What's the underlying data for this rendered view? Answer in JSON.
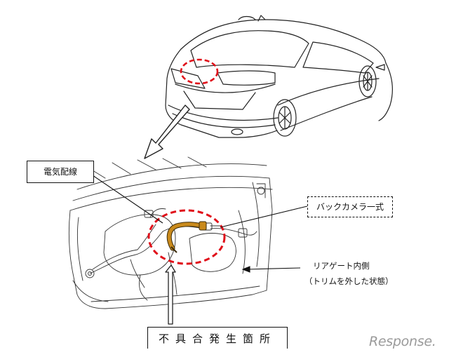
{
  "labels": {
    "wiring": "電気配線",
    "camera": "バックカメラ一式",
    "inner_line1": "リアゲート内側",
    "inner_line2": "（トリムを外した状態）",
    "defect": "不具合発生箇所"
  },
  "watermark": "Response.",
  "colors": {
    "highlight": "#e0101a",
    "wire": "#c98a1c",
    "line": "#222222"
  },
  "icons": {
    "arrow": "outline-arrow",
    "logo": "response-r-icon"
  }
}
